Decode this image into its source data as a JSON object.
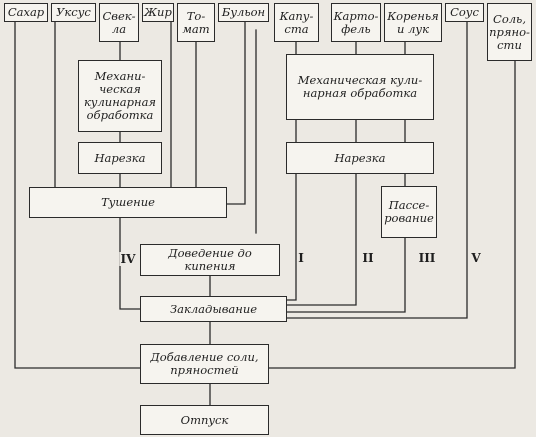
{
  "ingredients": {
    "sugar": "Сахар",
    "vinegar": "Уксус",
    "beet": "Свек-\nла",
    "fat": "Жир",
    "tomato": "То-\nмат",
    "broth": "Бульон",
    "cabbage": "Капу-\nста",
    "potato": "Карто-\nфель",
    "roots_onion": "Коренья\nи лук",
    "sauce": "Соус",
    "salt_spices": "Соль,\nпряно-\nсти"
  },
  "steps": {
    "mech_left": "Механи-\nческая\nкулинарная\nобработка",
    "cut_left": "Нарезка",
    "stewing": "Тушение",
    "mech_right": "Механическая кули-\nнарная обработка",
    "cut_right": "Нарезка",
    "sauteing": "Пассе-\nрование",
    "boil": "Доведение до кипения",
    "laying": "Закладывание",
    "add_salt": "Добавление соли,\nпряностей",
    "serve": "Отпуск"
  },
  "stages": {
    "I": "I",
    "II": "II",
    "III": "III",
    "IV": "IV",
    "V": "V"
  }
}
